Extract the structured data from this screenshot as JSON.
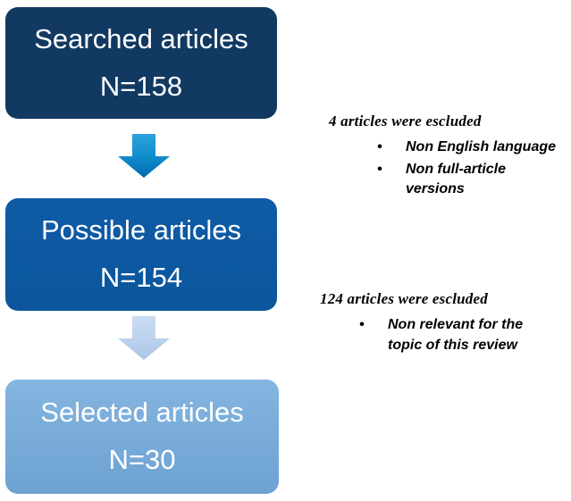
{
  "diagram": {
    "type": "prisma-style-flowchart",
    "colors": {
      "box_dark_navy": "#113962",
      "box_medium_blue": "#0f5ba6",
      "box_light_blue": "#7aadd9",
      "arrow_bright_blue_top": "#1f9bd8",
      "arrow_bright_blue_bottom": "#0070bb",
      "arrow_pale_blue_top": "#c6d9f0",
      "arrow_pale_blue_bottom": "#b0c8e7",
      "text_on_box": "#ffffff",
      "note_text": "#000000",
      "background": "#ffffff"
    },
    "boxes": [
      {
        "id": "searched",
        "title": "Searched articles",
        "count": "N=158"
      },
      {
        "id": "possible",
        "title": "Possible articles",
        "count": "N=154"
      },
      {
        "id": "selected",
        "title": "Selected articles",
        "count": "N=30"
      }
    ],
    "arrows": [
      {
        "id": "arrow-one",
        "direction": "down",
        "style": "bright-blue-gradient"
      },
      {
        "id": "arrow-two",
        "direction": "down",
        "style": "pale-blue-gradient"
      }
    ],
    "notes": [
      {
        "id": "note-one",
        "heading": "4 articles were escluded",
        "items": [
          "Non English language",
          "Non full-article versions"
        ]
      },
      {
        "id": "note-two",
        "heading": "124 articles were escluded",
        "items": [
          "Non relevant for the topic of this review"
        ]
      }
    ],
    "bullet_glyph": "•"
  }
}
